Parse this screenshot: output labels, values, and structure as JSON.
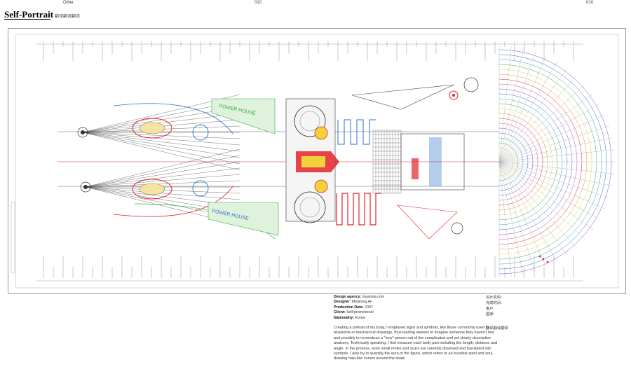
{
  "header": {
    "section": "Other",
    "page_left": "010",
    "page_right": "010"
  },
  "title": "Self-Portrait",
  "subtitle": "翻译翻译翻译",
  "artwork": {
    "vertical_text_1": "POWER HOUSE",
    "vertical_text_2": "POWER HOUSE",
    "colors": {
      "red": "#e3232b",
      "blue": "#2a6fc9",
      "green": "#3aa84a",
      "yellow": "#f2d23b",
      "grey": "#9a9a9a",
      "dark": "#3a3a3a"
    }
  },
  "credits": {
    "agency_label": "Design agency:",
    "agency_value": "myartsla.com",
    "designer_label": "Designer:",
    "designer_value": "Minjeong An",
    "date_label": "Production Date:",
    "date_value": "2007",
    "client_label": "Client:",
    "client_value": "Self-promotional",
    "nationality_label": "Nationality:",
    "nationality_value": "Korea"
  },
  "cn_credits": {
    "line1": "设计机构:",
    "line2": "完成时间:",
    "line3": "客户:",
    "line4": "国家:",
    "heading": "翻译翻译翻译"
  },
  "description": "Creating a portrait of my body, I employed signs and symbols, like those commonly used in blueprints or mechanical drawings, thus leading viewers to imagine someone they haven't met and possibly to reconstruct a \"new\" person out of the complicated and yet clearly descriptive anatomy. Technically speaking, I first measure each body part including the length, distance and angle. In the process, even small moles and scars are carefully observed and translated into symbols. I also try to quantify the aura of the figure, which refers to an invisible spirit and soul, drawing halo-like curves around the head."
}
